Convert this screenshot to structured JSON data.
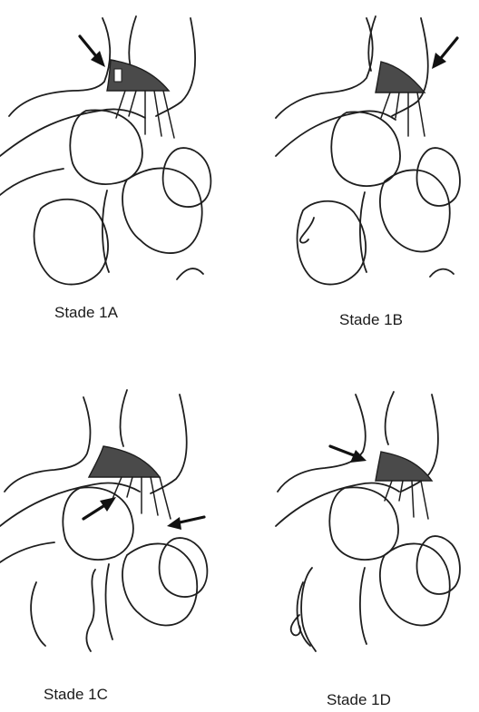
{
  "figure": {
    "panels": [
      {
        "id": "1A",
        "caption": "Stade 1A"
      },
      {
        "id": "1B",
        "caption": "Stade 1B"
      },
      {
        "id": "1C",
        "caption": "Stade 1C"
      },
      {
        "id": "1D",
        "caption": "Stade 1D"
      }
    ]
  },
  "colors": {
    "line": "#1e1e1e",
    "shade": "#4a4a4a",
    "background": "#ffffff"
  }
}
